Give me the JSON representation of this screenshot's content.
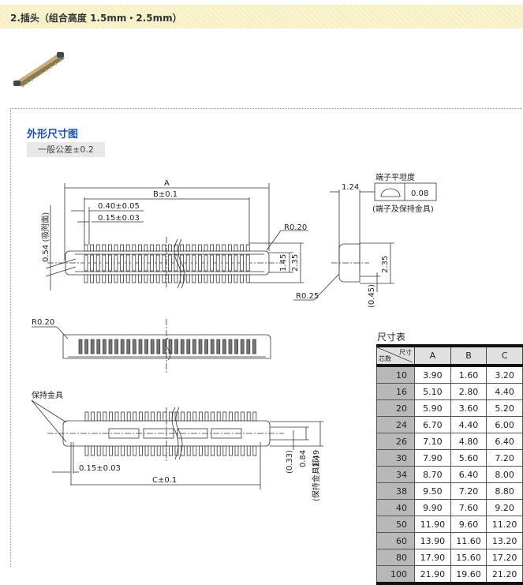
{
  "header": {
    "title": "2.插头（组合高度 1.5mm・2.5mm）"
  },
  "product_image": {
    "alt": "connector-photo"
  },
  "section": {
    "title": "外形尺寸图",
    "tolerance": "一般公差±0.2"
  },
  "drawing": {
    "top_view": {
      "dim_A": "A",
      "dim_B": "B±0.1",
      "pitch": "0.40±0.05",
      "pin_width": "0.15±0.03",
      "radius_top": "R0.20",
      "radius_side": "R0.25",
      "height_inner": "1.45",
      "height_outer": "2.35",
      "suction": "0.54 (吸附面)"
    },
    "side_view": {
      "width": "1.24",
      "flatness_label": "端子平坦度",
      "flatness_value": "0.08",
      "flatness_note": "(端子及保持金具)",
      "height": "2.35",
      "offset": "(0.45)"
    },
    "front_view": {
      "radius": "R0.20"
    },
    "bottom_view": {
      "holder_label": "保持金具",
      "pin_width": "0.15±0.03",
      "dim_C": "C±0.1",
      "d1": "(0.33)",
      "d2": "0.84",
      "d3": "1.49",
      "holder_note": "(保持金具部)"
    }
  },
  "dimension_table": {
    "title": "尺寸表",
    "corner_top": "尺寸",
    "corner_bottom": "芯数",
    "columns": [
      "A",
      "B",
      "C"
    ],
    "rows": [
      {
        "cores": "10",
        "A": "3.90",
        "B": "1.60",
        "C": "3.20"
      },
      {
        "cores": "16",
        "A": "5.10",
        "B": "2.80",
        "C": "4.40"
      },
      {
        "cores": "20",
        "A": "5.90",
        "B": "3.60",
        "C": "5.20"
      },
      {
        "cores": "24",
        "A": "6.70",
        "B": "4.40",
        "C": "6.00"
      },
      {
        "cores": "26",
        "A": "7.10",
        "B": "4.80",
        "C": "6.40"
      },
      {
        "cores": "30",
        "A": "7.90",
        "B": "5.60",
        "C": "7.20"
      },
      {
        "cores": "34",
        "A": "8.70",
        "B": "6.40",
        "C": "8.00"
      },
      {
        "cores": "38",
        "A": "9.50",
        "B": "7.20",
        "C": "8.80"
      },
      {
        "cores": "40",
        "A": "9.90",
        "B": "7.60",
        "C": "9.20"
      },
      {
        "cores": "50",
        "A": "11.90",
        "B": "9.60",
        "C": "11.20"
      },
      {
        "cores": "60",
        "A": "13.90",
        "B": "11.60",
        "C": "13.20"
      },
      {
        "cores": "80",
        "A": "17.90",
        "B": "15.60",
        "C": "17.20"
      },
      {
        "cores": "100",
        "A": "21.90",
        "B": "19.60",
        "C": "21.20"
      }
    ]
  }
}
